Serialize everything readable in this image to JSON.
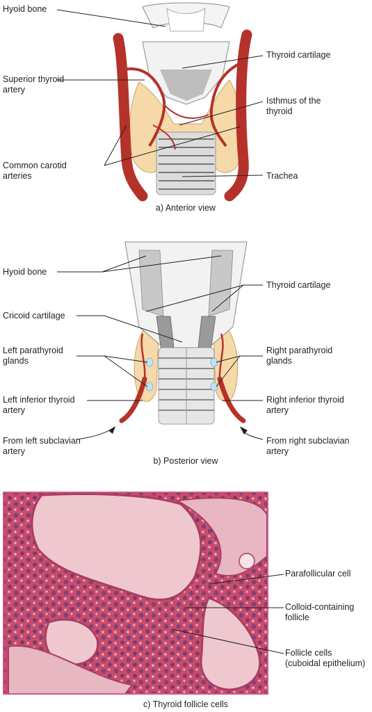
{
  "panels": {
    "anterior": {
      "caption": "a) Anterior view",
      "labels": {
        "hyoid_bone": "Hyoid bone",
        "superior_thyroid_artery": "Superior thyroid\nartery",
        "common_carotid_arteries": "Common carotid\narteries",
        "thyroid_cartilage": "Thyroid cartilage",
        "isthmus": "Isthmus of the\nthyroid",
        "trachea": "Trachea"
      }
    },
    "posterior": {
      "caption": "b) Posterior view",
      "labels": {
        "hyoid_bone": "Hyoid bone",
        "cricoid_cartilage": "Cricoid cartilage",
        "left_parathyroid_glands": "Left parathyroid\nglands",
        "left_inferior_thyroid_artery": "Left inferior thyroid\nartery",
        "from_left_subclavian": "From left subclavian\nartery",
        "thyroid_cartilage": "Thyroid cartilage",
        "right_parathyroid_glands": "Right parathyroid\nglands",
        "right_inferior_thyroid_artery": "Right inferior thyroid\nartery",
        "from_right_subclavian": "From right subclavian\nartery"
      }
    },
    "micrograph": {
      "caption": "c) Thyroid follicle cells",
      "labels": {
        "parafollicular_cell": "Parafollicular cell",
        "colloid_follicle": "Colloid-containing\nfollicle",
        "follicle_cells": "Follicle cells\n(cuboidal epithelium)"
      }
    }
  },
  "colors": {
    "artery": "#c0392b",
    "thyroid_tissue": "#f5d9a8",
    "cartilage": "#e8e8e8",
    "cartilage_shade": "#a9a9a9",
    "parathyroid": "#bfe3f2",
    "tissue_stain": "#d96a86",
    "colloid": "#efc8cf",
    "frame": "#d2578a"
  }
}
